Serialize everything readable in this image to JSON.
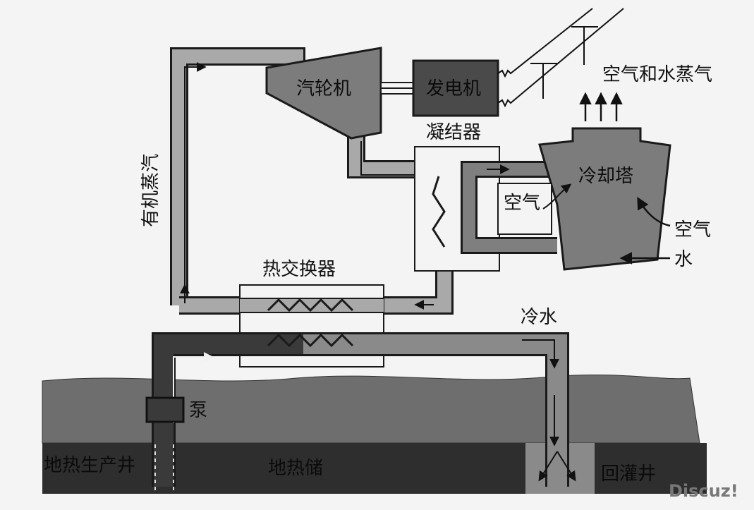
{
  "labels": {
    "turbine": "汽轮机",
    "generator": "发电机",
    "air_vapor": "空气和水蒸气",
    "condenser": "凝结器",
    "cooling_tower": "冷却塔",
    "air_inner": "空气",
    "air_outer": "空气",
    "water": "水",
    "organic_steam": "有机蒸汽",
    "heat_exchanger": "热交换器",
    "cold_water": "冷水",
    "pump": "泵",
    "production_well": "地热生产井",
    "reservoir": "地热储",
    "reinjection_well": "回灌井"
  },
  "watermark": "Discuz!",
  "colors": {
    "background": "#f4f4f4",
    "pipe_light": "#a9a9a9",
    "pipe_mid": "#7f7f7f",
    "pipe_dark": "#3a3a3a",
    "equipment": "#7c7c7c",
    "ground": "#6e6e6e",
    "reservoir": "#2e2e2e",
    "outline": "#1a1a1a"
  }
}
